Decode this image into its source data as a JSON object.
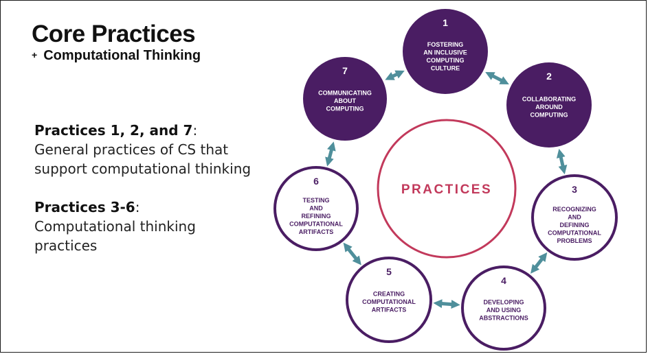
{
  "watermark": "",
  "slide": {
    "title": "Core Practices",
    "subtitle_prefix": "+",
    "subtitle": "Computational Thinking",
    "block1": {
      "heading": "Practices 1, 2, and 7",
      "heading_suffix": ":",
      "line1": "General practices of CS that",
      "line2": "support computational thinking"
    },
    "block2": {
      "heading": "Practices 3-6",
      "heading_suffix": ":",
      "line1": "Computational thinking",
      "line2": "practices"
    }
  },
  "diagram": {
    "center_label": "PRACTICES",
    "colors": {
      "purple": "#4a1d63",
      "purple_text": "#4a1d63",
      "center_ring": "#c2395b",
      "arrow": "#4f8f9b",
      "white": "#ffffff"
    },
    "practices": [
      {
        "number": "1",
        "lines": [
          "FOSTERING",
          "AN INCLUSIVE",
          "COMPUTING",
          "CULTURE"
        ]
      },
      {
        "number": "2",
        "lines": [
          "COLLABORATING",
          "AROUND",
          "COMPUTING"
        ]
      },
      {
        "number": "3",
        "lines": [
          "RECOGNIZING",
          "AND",
          "DEFINING",
          "COMPUTATIONAL",
          "PROBLEMS"
        ]
      },
      {
        "number": "4",
        "lines": [
          "DEVELOPING",
          "AND USING",
          "ABSTRACTIONS"
        ]
      },
      {
        "number": "5",
        "lines": [
          "CREATING",
          "COMPUTATIONAL",
          "ARTIFACTS"
        ]
      },
      {
        "number": "6",
        "lines": [
          "TESTING",
          "AND",
          "REFINING",
          "COMPUTATIONAL",
          "ARTIFACTS"
        ]
      },
      {
        "number": "7",
        "lines": [
          "COMMUNICATING",
          "ABOUT",
          "COMPUTING"
        ]
      }
    ]
  }
}
